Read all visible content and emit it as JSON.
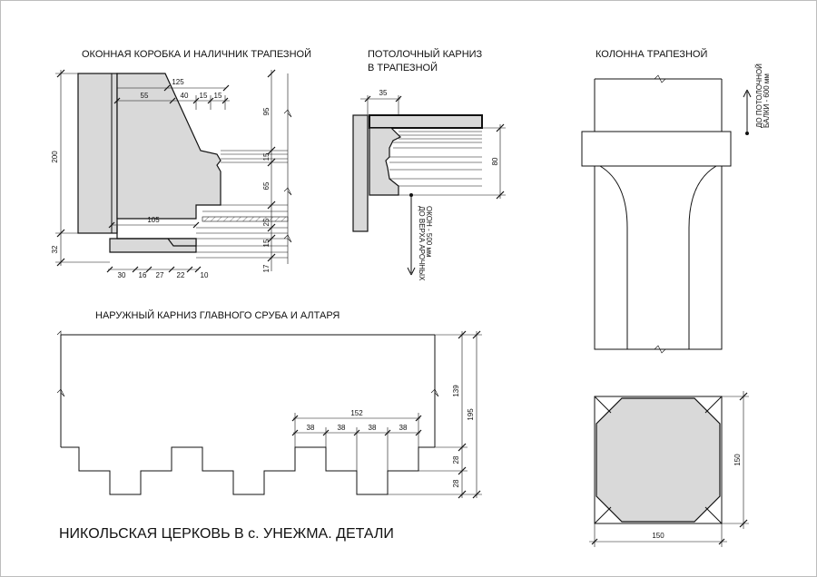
{
  "window_detail": {
    "caption": "ОКОННАЯ КОРОБКА И НАЛИЧНИК ТРАПЕЗНОЙ",
    "dim_left": [
      "200",
      "32"
    ],
    "dim_top": [
      "125",
      "55",
      "40",
      "15",
      "15"
    ],
    "dim_right": [
      "95",
      "15",
      "65",
      "25",
      "15",
      "17"
    ],
    "dim_inner": "105",
    "dim_bottom": [
      "30",
      "16",
      "27",
      "22",
      "10"
    ]
  },
  "ceiling_cornice": {
    "caption_line1": "ПОТОЛОЧНЫЙ КАРНИЗ",
    "caption_line2": "В ТРАПЕЗНОЙ",
    "dim_top": "35",
    "dim_right": "80",
    "note_line1": "ДО ВЕРХА АРОЧНЫХ",
    "note_line2": "ОКОН - 500 мм"
  },
  "column": {
    "caption": "КОЛОННА ТРАПЕЗНОЙ",
    "note_line1": "ДО ПОТОЛОЧНОЙ",
    "note_line2": "БАЛКИ - 600 мм",
    "dim_width": "150",
    "dim_height": "150"
  },
  "outer_cornice": {
    "caption": "НАРУЖНЫЙ КАРНИЗ ГЛАВНОГО СРУБА И АЛТАРЯ",
    "dim_total": "152",
    "dim_teeth": [
      "38",
      "38",
      "38",
      "38"
    ],
    "dim_right": [
      "139",
      "195",
      "28",
      "28"
    ]
  },
  "sheet_title": "НИКОЛЬСКАЯ ЦЕРКОВЬ В с. УНЕЖМА. ДЕТАЛИ"
}
